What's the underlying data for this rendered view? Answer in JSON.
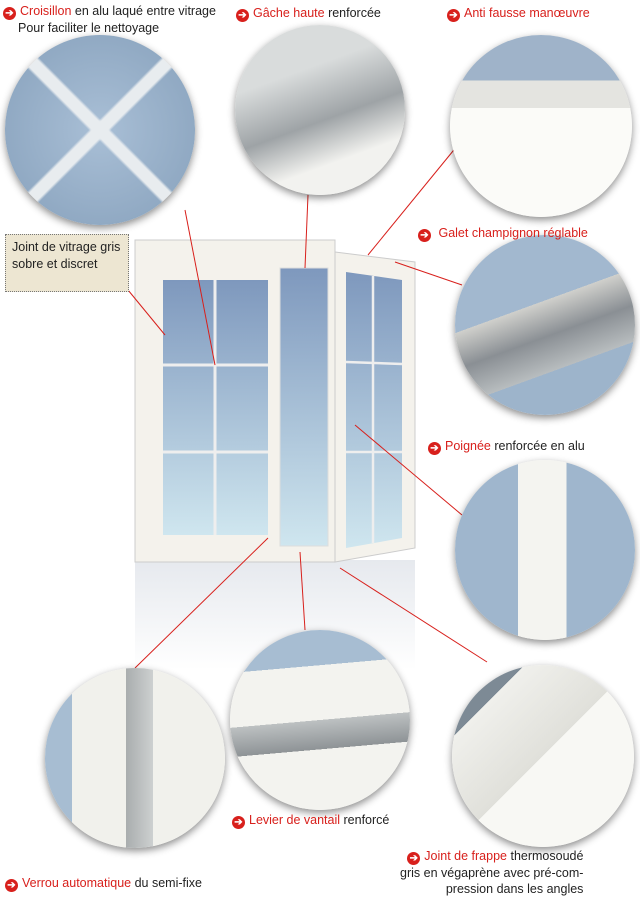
{
  "labels": {
    "croisillon": {
      "title": "Croisillon",
      "rest": " en alu laqué entre vitrage",
      "line2": "Pour faciliter le nettoyage"
    },
    "gache": {
      "title": "Gâche haute",
      "rest": " renforcée"
    },
    "anti": {
      "title": "Anti fausse manœuvre"
    },
    "galet": {
      "title": "Galet champignon réglable"
    },
    "poignee": {
      "title": "Poignée",
      "rest": " renforcée en alu"
    },
    "levier": {
      "title": "Levier de vantail",
      "rest": " renforcé"
    },
    "verrou": {
      "title": "Verrou automatique",
      "rest": " du semi-fixe"
    },
    "joint": {
      "title": "Joint de frappe",
      "rest": " thermosoudé",
      "line2": "gris en végaprène avec pré-com-",
      "line3": "pression dans les angles"
    }
  },
  "note": "Joint de vitrage gris sobre et discret",
  "colors": {
    "accent": "#d8201c",
    "note_bg": "#ede6d2"
  }
}
